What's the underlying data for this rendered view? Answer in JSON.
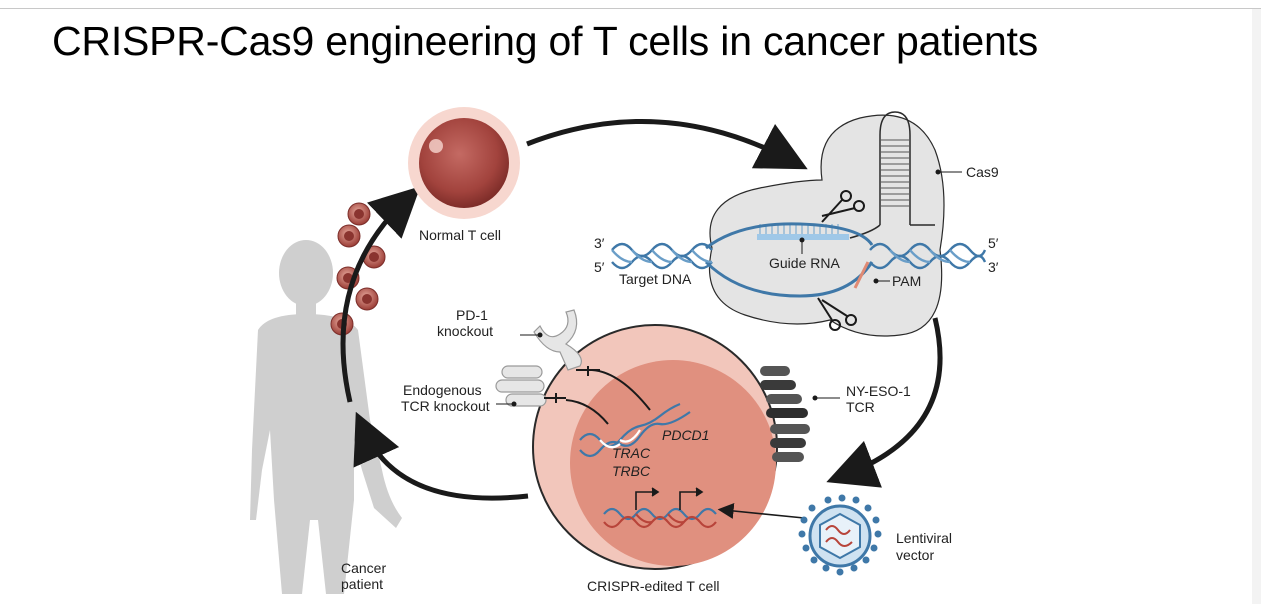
{
  "slide": {
    "title": "CRISPR-Cas9 engineering of T cells in cancer patients"
  },
  "diagram": {
    "labels": {
      "normal_t_cell": "Normal T cell",
      "cas9": "Cas9",
      "guide_rna": "Guide RNA",
      "target_dna": "Target DNA",
      "pam": "PAM",
      "three_prime_left": "3′",
      "five_prime_left": "5′",
      "five_prime_right": "5′",
      "three_prime_right": "3′",
      "pd1_line1": "PD-1",
      "pd1_line2": "knockout",
      "endo_line1": "Endogenous",
      "endo_line2": "TCR knockout",
      "pdcd1": "PDCD1",
      "trac": "TRAC",
      "trbc": "TRBC",
      "nyeso_line1": "NY-ESO-1",
      "nyeso_line2": "TCR",
      "lenti_line1": "Lentiviral",
      "lenti_line2": "vector",
      "patient_line1": "Cancer",
      "patient_line2": "patient",
      "edited_cell": "CRISPR-edited T cell"
    },
    "colors": {
      "cell_fill": "#f2c6bb",
      "nucleus_fill": "#e0907f",
      "dna_blue": "#3f78a8",
      "dna_red": "#b8443a",
      "complex_fill": "#e4e4e4",
      "silhouette": "#cfcfcf",
      "arrow": "#1a1a1a",
      "pam": "#e08a74"
    }
  }
}
